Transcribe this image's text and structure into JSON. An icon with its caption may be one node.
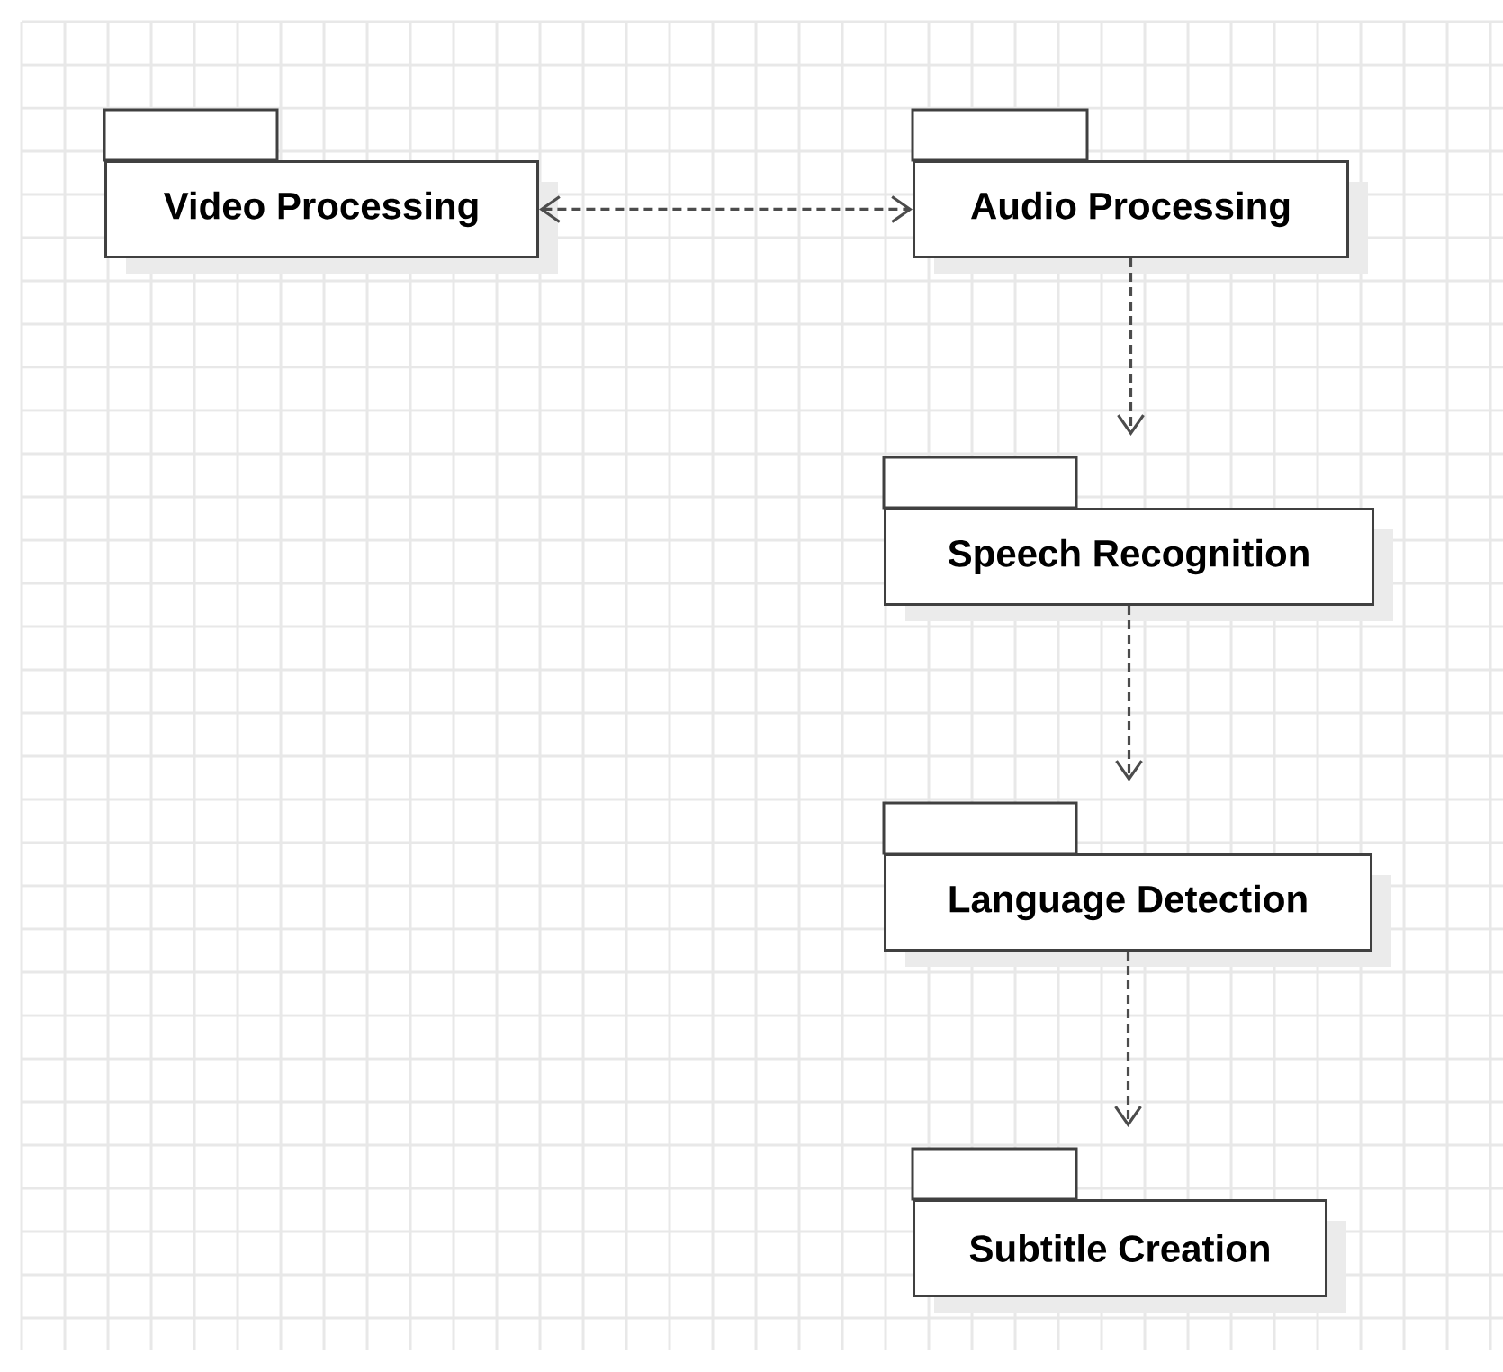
{
  "diagram": {
    "nodes": [
      {
        "text": [
          "Video Processing"
        ]
      },
      {
        "text": [
          "Audio Processing"
        ]
      },
      {
        "text": [
          "Speech Recognition"
        ]
      },
      {
        "text": [
          "Language Detection"
        ]
      },
      {
        "text": [
          "Subtitle Creation"
        ]
      }
    ],
    "edges": [
      {
        "from": 0,
        "to": 1,
        "arrow": "both",
        "style": "dashed"
      },
      {
        "from": 1,
        "to": 2,
        "arrow": "to",
        "style": "dashed"
      },
      {
        "from": 2,
        "to": 3,
        "arrow": "to",
        "style": "dashed"
      },
      {
        "from": 3,
        "to": 4,
        "arrow": "to",
        "style": "dashed"
      }
    ]
  }
}
